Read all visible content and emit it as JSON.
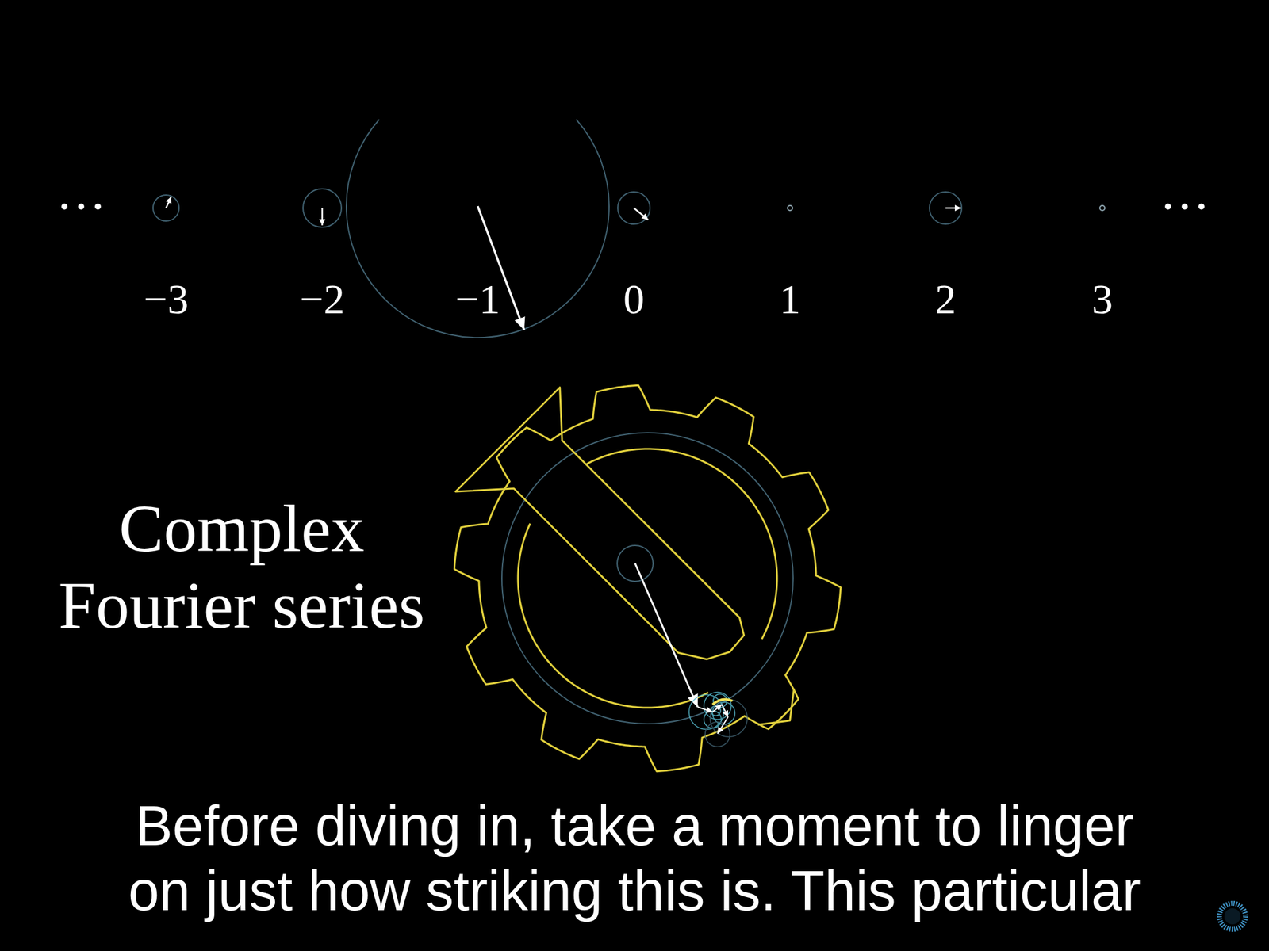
{
  "diagram": {
    "title": "Complex Fourier series",
    "caption": "Before diving in, take a moment to linger on just how striking this is. This particular",
    "labels": [
      "...",
      "−3",
      "−2",
      "−1",
      "0",
      "1",
      "2",
      "3",
      "..."
    ]
  }
}
